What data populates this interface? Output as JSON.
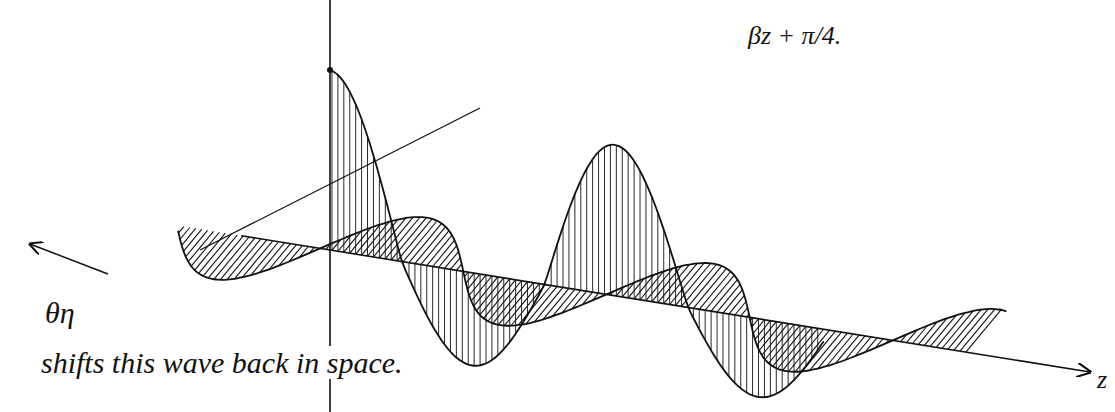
{
  "diagram": {
    "labels": [
      "βz + π/4.",
      "θη",
      "shifts this wave back in space.",
      "z"
    ]
  }
}
